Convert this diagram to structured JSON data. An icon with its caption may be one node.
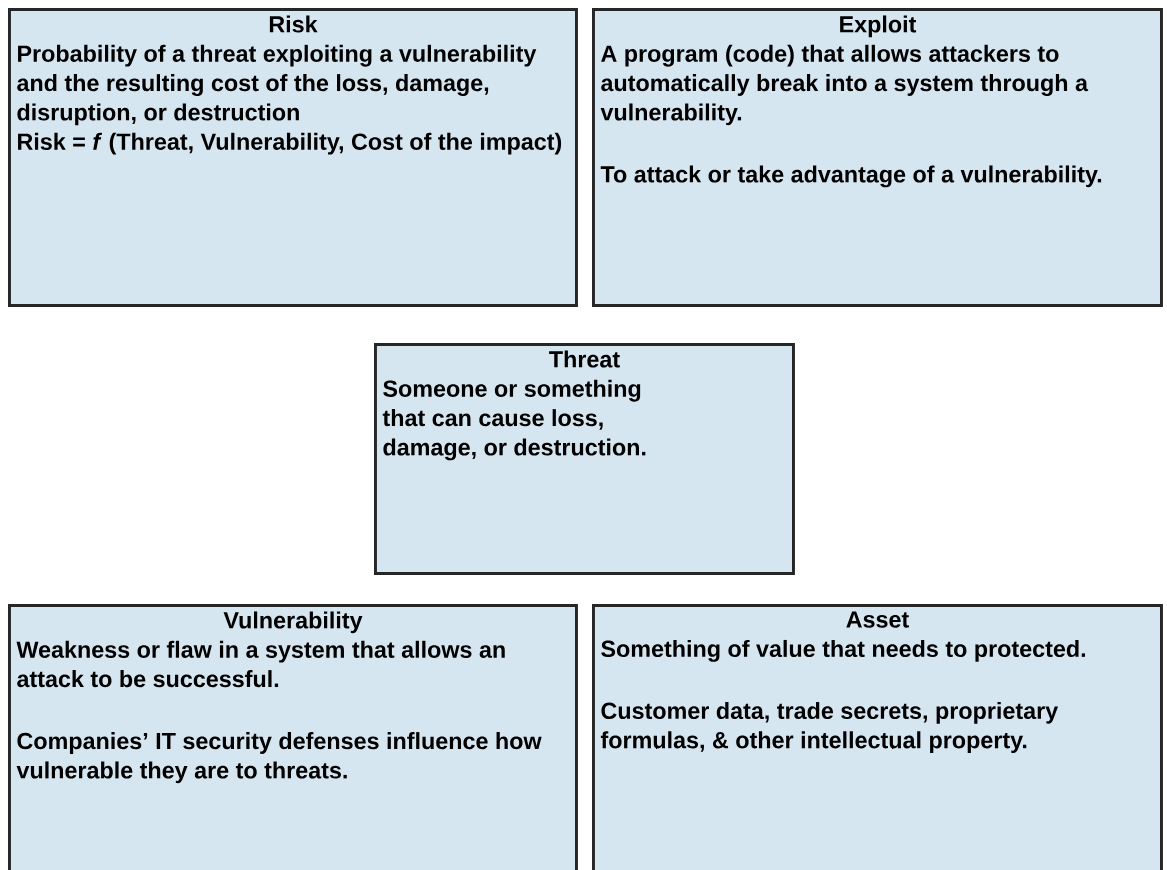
{
  "diagram": {
    "nodes": [
      {
        "text": [
          "Risk",
          "Probability of a threat exploiting a vulnerability and the resulting cost of the loss, damage, disruption, or destruction",
          "Risk = *f* (Threat, Vulnerability, Cost of the impact)"
        ]
      },
      {
        "text": [
          "Exploit",
          "A program (code) that allows attackers to automatically break into a system through a vulnerability.",
          "To attack or take advantage of a vulnerability."
        ]
      },
      {
        "text": [
          "Threat",
          "Someone or something that can cause loss, damage, or destruction."
        ]
      },
      {
        "text": [
          "Vulnerability",
          "Weakness or flaw in a system that allows an attack to be successful.",
          "Companies’ IT security defenses influence how vulnerable they are to threats."
        ]
      },
      {
        "text": [
          "Asset",
          "Something of value that needs to protected.",
          "Customer data, trade secrets, proprietary formulas, & other intellectual property."
        ]
      }
    ]
  }
}
